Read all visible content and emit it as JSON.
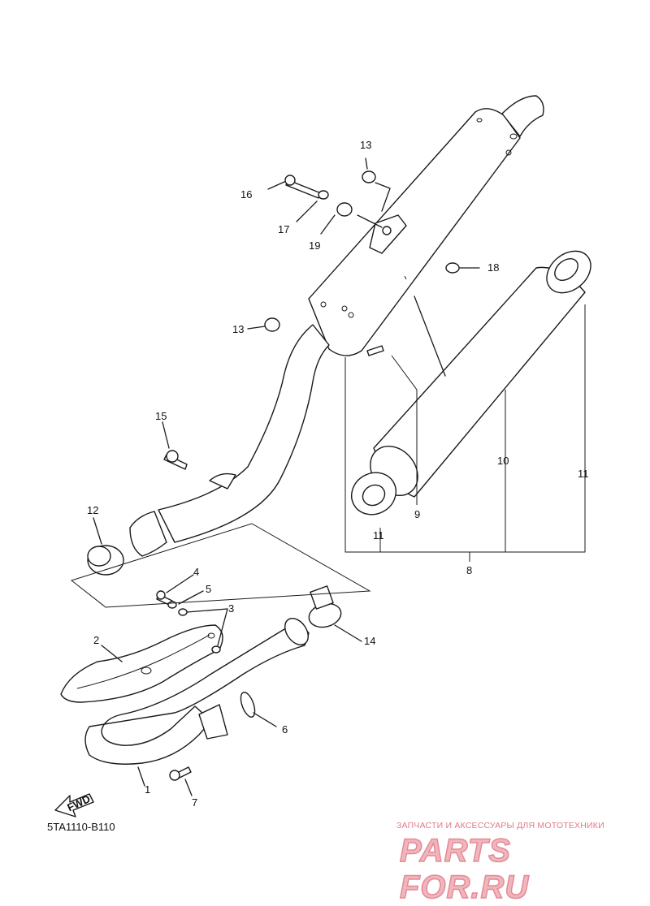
{
  "diagram": {
    "drawing_code": "5TA1110-B110",
    "fwd_label": "FWD",
    "callouts": [
      "1",
      "2",
      "3",
      "4",
      "5",
      "6",
      "7",
      "8",
      "9",
      "10",
      "11",
      "12",
      "13",
      "14",
      "15",
      "16",
      "17",
      "18",
      "19"
    ],
    "callout_13_b": "13",
    "callout_11_b": "11"
  },
  "watermark": {
    "subtitle": "ЗАПЧАСТИ И АКСЕССУАРЫ ДЛЯ МОТОТЕХНИКИ",
    "logo": "PARTS FOR.RU"
  }
}
